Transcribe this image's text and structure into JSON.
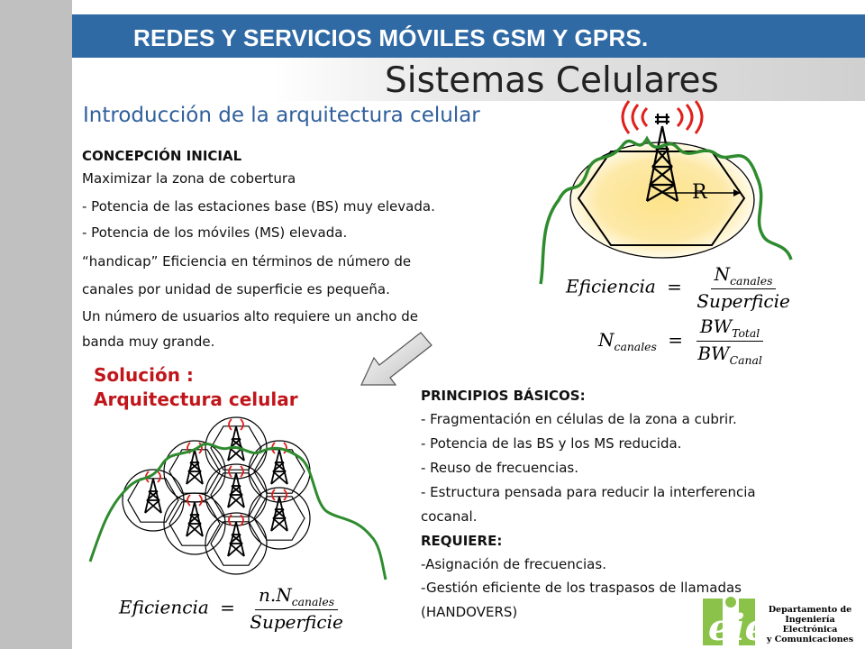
{
  "header": {
    "title": "REDES Y SERVICIOS MÓVILES GSM Y GPRS."
  },
  "section": {
    "title": "Sistemas Celulares"
  },
  "intro": {
    "title": "Introducción de la arquitectura celular"
  },
  "concepcion": {
    "heading": "CONCEPCIÓN INICIAL",
    "lines": [
      "Maximizar la zona de cobertura",
      "- Potencia de las estaciones base (BS) muy elevada.",
      "- Potencia de los móviles (MS) elevada.",
      "“handicap” Eficiencia en términos de número de",
      "canales por unidad de superficie es pequeña.",
      "Un número de usuarios alto requiere un ancho de",
      "banda muy grande."
    ]
  },
  "solucion": {
    "line1": "Solución :",
    "line2": "Arquitectura celular"
  },
  "principios": {
    "heading": "PRINCIPIOS BÁSICOS:",
    "lines": [
      "- Fragmentación en células de la zona a cubrir.",
      "- Potencia de las BS y los MS reducida.",
      "- Reuso de frecuencias.",
      "- Estructura pensada para reducir la interferencia",
      "cocanal."
    ],
    "requiere_heading": "REQUIERE:",
    "requiere_lines": [
      "-Asignación de frecuencias.",
      "-Gestión eficiente de los traspasos de llamadas",
      "(HANDOVERS)"
    ]
  },
  "diagram": {
    "radius_label": "R"
  },
  "formulas": {
    "f1": {
      "lhs": "Eficiencia",
      "eq": "=",
      "num_main": "N",
      "num_sub": "canales",
      "den": "Superficie"
    },
    "f2": {
      "lhs_main": "N",
      "lhs_sub": "canales",
      "eq": "=",
      "num_main": "BW",
      "num_sub": "Total",
      "den_main": "BW",
      "den_sub": "Canal"
    },
    "f3": {
      "lhs": "Eficiencia",
      "eq": "=",
      "num_main": "n.N",
      "num_sub": "canales",
      "den": "Superficie"
    }
  },
  "logo": {
    "letters": "eie",
    "dept_lines": [
      "Departamento de",
      "Ingeniería Electrónica",
      "y Comunicaciones"
    ]
  },
  "colors": {
    "header": "#2f6aa5",
    "intro": "#2f5f9c",
    "solution": "#c0161b",
    "terrain": "#2e8b2e",
    "waves": "#e0201c"
  }
}
